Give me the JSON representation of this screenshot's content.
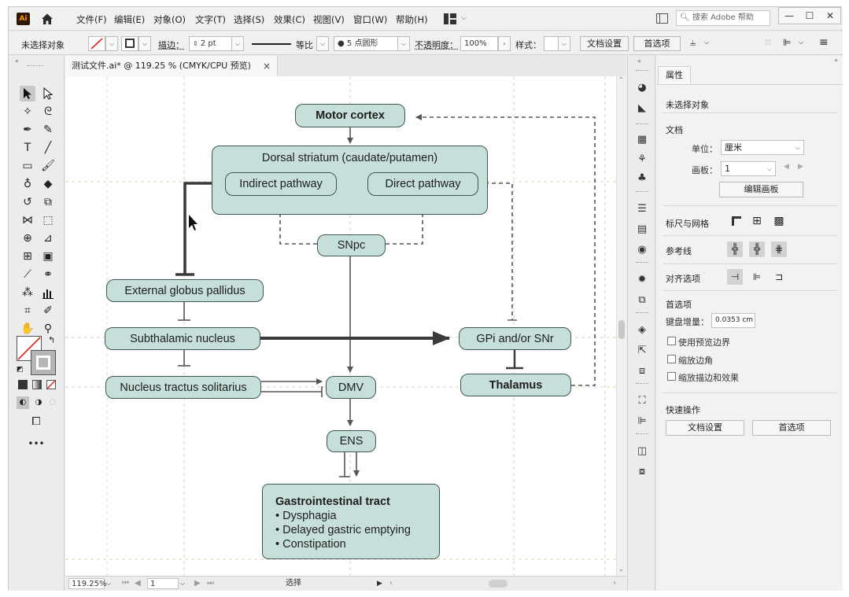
{
  "app": {
    "logo": "Ai",
    "menu": [
      "文件(F)",
      "编辑(E)",
      "对象(O)",
      "文字(T)",
      "选择(S)",
      "效果(C)",
      "视图(V)",
      "窗口(W)",
      "帮助(H)"
    ],
    "search_placeholder": "搜索 Adobe 帮助",
    "window_buttons": [
      "—",
      "☐",
      "✕"
    ]
  },
  "control_bar": {
    "selection_label": "未选择对象",
    "stroke_label": "描边：",
    "stroke_value": "2 pt",
    "profile_label": "等比",
    "brush_label": "5 点圆形",
    "opacity_label": "不透明度：",
    "opacity_value": "100%",
    "style_label": "样式：",
    "doc_setup_button": "文档设置",
    "prefs_button": "首选项"
  },
  "document": {
    "tab_title": "测试文件.ai* @ 119.25 % (CMYK/CPU 预览)",
    "tab_close": "×"
  },
  "status_bar": {
    "zoom": "119.25%",
    "artboard": "1",
    "status": "选择"
  },
  "panel": {
    "tab": "属性",
    "no_selection": "未选择对象",
    "document_section": "文档",
    "units_label": "单位：",
    "units_value": "厘米",
    "artboard_label": "画板：",
    "artboard_value": "1",
    "edit_artboards_button": "编辑画板",
    "rulers_grids_label": "标尺与网格",
    "guides_label": "参考线",
    "align_options_label": "对齐选项",
    "preferences_section": "首选项",
    "keyboard_increment_label": "键盘增量：",
    "keyboard_increment_value": "0.0353 cm",
    "use_preview_bounds": "使用预览边界",
    "scale_corners": "缩放边角",
    "scale_strokes_effects": "缩放描边和效果",
    "quick_actions_section": "快速操作",
    "doc_setup_button": "文档设置",
    "prefs_button": "首选项"
  },
  "diagram": {
    "motor_cortex": "Motor cortex",
    "dorsal_striatum": "Dorsal striatum (caudate/putamen)",
    "indirect_pathway": "Indirect pathway",
    "direct_pathway": "Direct pathway",
    "snpc": "SNpc",
    "external_gp": "External globus pallidus",
    "subthalamic": "Subthalamic nucleus",
    "gpi_snr": "GPi and/or SNr",
    "nts": "Nucleus tractus solitarius",
    "dmv": "DMV",
    "thalamus": "Thalamus",
    "ens": "ENS",
    "gi_title": "Gastrointestinal tract",
    "gi_items": [
      "• Dysphagia",
      "• Delayed gastric emptying",
      "• Constipation"
    ]
  },
  "colors": {
    "node_fill": "#c7dfda",
    "node_stroke": "#3f5752",
    "arrow": "#555555"
  }
}
